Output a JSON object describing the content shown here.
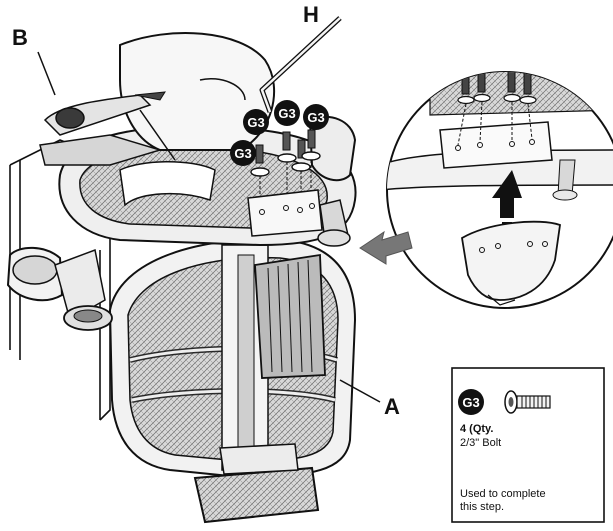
{
  "callouts": {
    "a": "A",
    "b": "B",
    "h": "H"
  },
  "badges": {
    "g3": "G3"
  },
  "parts_box": {
    "badge": "G3",
    "qty": "4 (Qty.",
    "part_name": "2/3\" Bolt",
    "note_line1": "Used to complete",
    "note_line2": "this step."
  },
  "icons": [
    "hex-key-icon",
    "bolt-icon",
    "arrow-icon"
  ],
  "colors": {
    "ink": "#111111",
    "badge": "#111111",
    "mesh": "#bdbdbd",
    "paper": "#ffffff"
  }
}
